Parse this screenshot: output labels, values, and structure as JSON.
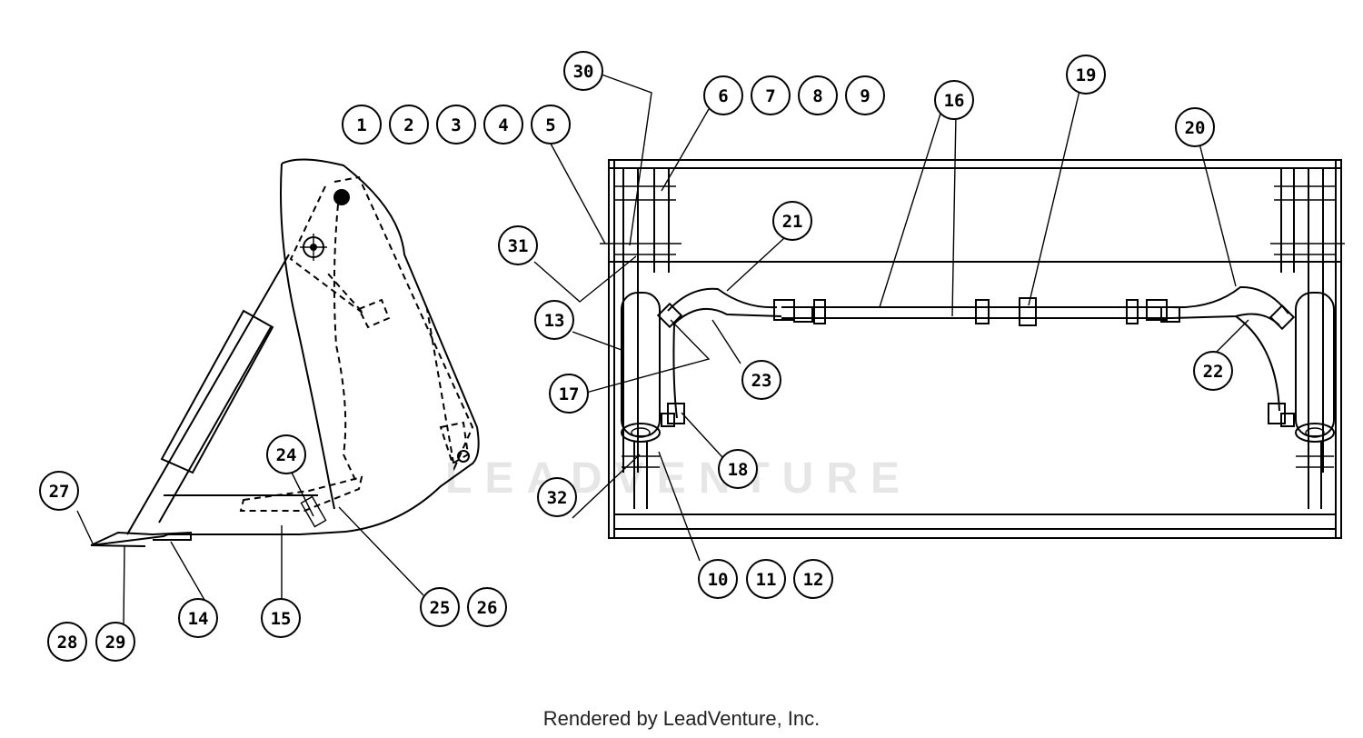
{
  "diagram": {
    "watermark": "LEADVENTURE",
    "callouts": [
      "1",
      "2",
      "3",
      "4",
      "5",
      "6",
      "7",
      "8",
      "9",
      "10",
      "11",
      "12",
      "13",
      "14",
      "15",
      "16",
      "17",
      "18",
      "19",
      "20",
      "21",
      "22",
      "23",
      "24",
      "25",
      "26",
      "27",
      "28",
      "29",
      "30",
      "31",
      "32"
    ]
  },
  "footer": {
    "text": "Rendered by LeadVenture, Inc."
  }
}
